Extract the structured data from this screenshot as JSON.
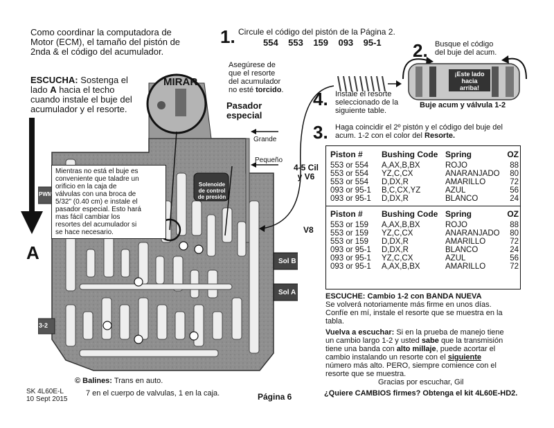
{
  "intro": {
    "lines": [
      "Como coordinar la computadora de",
      "Motor (ECM), el tamaño del pistón de",
      "2nda & el código del acumulador."
    ]
  },
  "escucha": {
    "label": "ESCUCHA:",
    "line1": " Sostenga el",
    "line2_pre": "lado ",
    "line2_bold": "A",
    "line2_post": " hacia el techo",
    "line3": "cuando instale el buje del",
    "line4": "acumulador y el resorte."
  },
  "side_label": "A",
  "mirar": "MIRAR",
  "spring_note": {
    "line1": "Asegúrese de",
    "line2": "que el resorte",
    "line3": "del acumulador",
    "line4_pre": "no esté ",
    "line4_bold": "torcido",
    "line4_post": "."
  },
  "pasador": {
    "line1": "Pasador",
    "line2": "especial"
  },
  "grande": "Grande",
  "pequeno": "Pequeño",
  "cil": {
    "line1": "4-5 Cil",
    "line2": "y V6"
  },
  "v8": "V8",
  "solenoid_label": {
    "line1": "Solenoide",
    "line2": "de control",
    "line3": "de presión"
  },
  "pwm": "PWM",
  "sol_b": "Sol B",
  "sol_a": "Sol A",
  "label_32": "3-2",
  "drill_note": [
    "Mientras no está el buje es",
    "conveniente que taladre un",
    "orificio en la caja de",
    "válvulas con una broca de",
    "5/32\" (0.40 cm) e instale el",
    "pasador especial. Esto hará",
    "mas fácil cambiar los",
    "resortes del acumulador si",
    "se hace necesario."
  ],
  "step1": {
    "number": "1.",
    "text": "Circule el código del pistón de la Página 2.",
    "codes": [
      "554",
      "553",
      "159",
      "093",
      "95-1"
    ]
  },
  "step2": {
    "number": "2.",
    "line1": "Busque el código",
    "line2": "del buje del acum."
  },
  "bushing": {
    "badge1": "¡Este lado",
    "badge2": "hacia arriba!",
    "caption": "Buje acum y válvula 1-2"
  },
  "step4": {
    "number": "4.",
    "line1": "Instale el resorte",
    "line2": "seleccionado de la",
    "line3": "siguiente table."
  },
  "step3": {
    "number": "3.",
    "line1": "Haga coincidir el 2º pistón y el código del buje del",
    "line2_pre": "acum. 1-2 con el color del ",
    "line2_bold": "Resorte."
  },
  "table": {
    "headers": [
      "Piston #",
      "Bushing Code",
      "Spring",
      "OZ"
    ],
    "v6_rows": [
      [
        "553 or 554",
        "A,AX,B,BX",
        "ROJO",
        "88"
      ],
      [
        "553 or 554",
        "YZ,C,CX",
        "ANARANJADO",
        "80"
      ],
      [
        "553 or 554",
        "D,DX,R",
        "AMARILLO",
        "72"
      ],
      [
        "093 or 95-1",
        "B,C,CX,YZ",
        "AZUL",
        "56"
      ],
      [
        "093 or 95-1",
        "D,DX,R",
        "BLANCO",
        "24"
      ]
    ],
    "v8_rows": [
      [
        "553 or 159",
        "A,AX,B,BX",
        "ROJO",
        "88"
      ],
      [
        "553 or 159",
        "YZ,C,CX",
        "ANARANJADO",
        "80"
      ],
      [
        "553 or 159",
        "D,DX,R",
        "AMARILLO",
        "72"
      ],
      [
        "093 or 95-1",
        "D,DX,R",
        "BLANCO",
        "24"
      ],
      [
        "093 or 95-1",
        "YZ,C,CX",
        "AZUL",
        "56"
      ],
      [
        "093 or 95-1",
        "A,AX,B,BX",
        "AMARILLO",
        "72"
      ]
    ]
  },
  "escuche": {
    "title": "ESCUCHE: Cambio 1-2 con BANDA NUEVA",
    "lines": [
      "Se volverá notoriamente más firme en unos días.",
      "Confíe en mí, instale el resorte que se muestra en la",
      "tabla."
    ]
  },
  "vuelva": {
    "title": "Vuelva a escuchar:",
    "l1": " Si en la prueba de manejo tiene",
    "l2_pre": "un cambio largo 1-2 y usted ",
    "l2_bold": "sabe",
    "l2_post": " que la transmisión",
    "l3_pre": "tiene una banda con ",
    "l3_bold": "alto millaje",
    "l3_post": ", puede acortar el",
    "l4_pre": "cambio instalando un resorte con el ",
    "l4_bold": "siguiente",
    "l5": "número más alto. PERO, siempre comience con el",
    "l6": "resorte que se muestra.",
    "thanks": "Gracias por escuchar, Gil"
  },
  "balines": {
    "symbol": "©",
    "label": "Balines:",
    "line1": " Trans en auto.",
    "line2": "7 en el cuerpo de valvulas, 1 en la caja."
  },
  "footer": {
    "code": "SK 4L60E-L",
    "date": "10 Sept 2015",
    "page": "Página 6",
    "kit": "¿Quiere CAMBIOS firmes? Obtenga el kit 4L60E-HD2."
  }
}
